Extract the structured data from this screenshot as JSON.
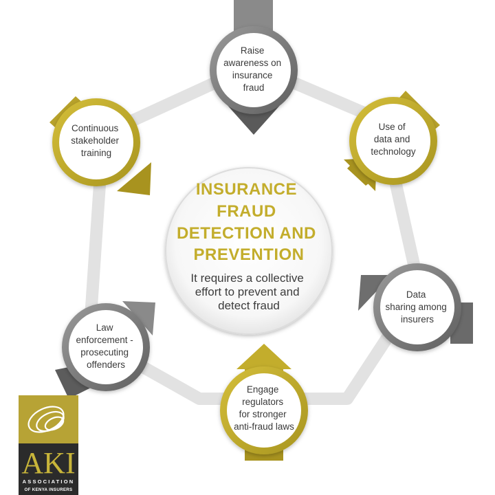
{
  "center": {
    "title_lines": [
      "INSURANCE",
      "FRAUD",
      "DETECTION AND",
      "PREVENTION"
    ],
    "subtitle_lines": [
      "It requires a collective",
      "effort to prevent and",
      "detect fraud"
    ]
  },
  "nodes": [
    {
      "id": "raise-awareness",
      "lines": [
        "Raise",
        "awareness on",
        "insurance",
        "fraud"
      ],
      "color": "gray",
      "arrow": "down-vertical"
    },
    {
      "id": "data-technology",
      "lines": [
        "Use of",
        "data and",
        "technology"
      ],
      "color": "gold",
      "arrow": "down-left"
    },
    {
      "id": "data-sharing",
      "lines": [
        "Data",
        "sharing among",
        "insurers"
      ],
      "color": "gray",
      "arrow": "up-left"
    },
    {
      "id": "engage-regulators",
      "lines": [
        "Engage",
        "regulators",
        "for stronger",
        "anti-fraud laws"
      ],
      "color": "gold",
      "arrow": "up-vertical"
    },
    {
      "id": "law-enforcement",
      "lines": [
        "Law",
        "enforcement -",
        "prosecuting",
        "offenders"
      ],
      "color": "gray",
      "arrow": "up-right"
    },
    {
      "id": "stakeholder-training",
      "lines": [
        "Continuous",
        "stakeholder",
        "training"
      ],
      "color": "gold",
      "arrow": "down-right"
    }
  ],
  "colors": {
    "gold": "#c3ad2c",
    "gold_dark": "#9e8b1e",
    "gray": "#7d7d7d",
    "gray_dark": "#5b5b5b",
    "ring": "#e2e2e2"
  },
  "logo": {
    "mark": "AKI",
    "sub_line1": "ASSOCIATION",
    "sub_line2": "OF KENYA INSURERS"
  }
}
